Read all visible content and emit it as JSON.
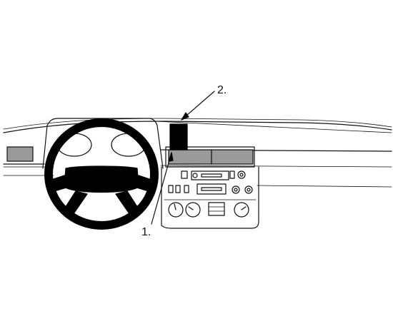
{
  "diagram": {
    "callouts": [
      {
        "id": "1",
        "label": "1."
      },
      {
        "id": "2",
        "label": "2."
      }
    ]
  },
  "colors": {
    "ink": "#111111",
    "fill_gray": "#9a9a9a",
    "fill_black": "#000000",
    "background": "#ffffff"
  }
}
